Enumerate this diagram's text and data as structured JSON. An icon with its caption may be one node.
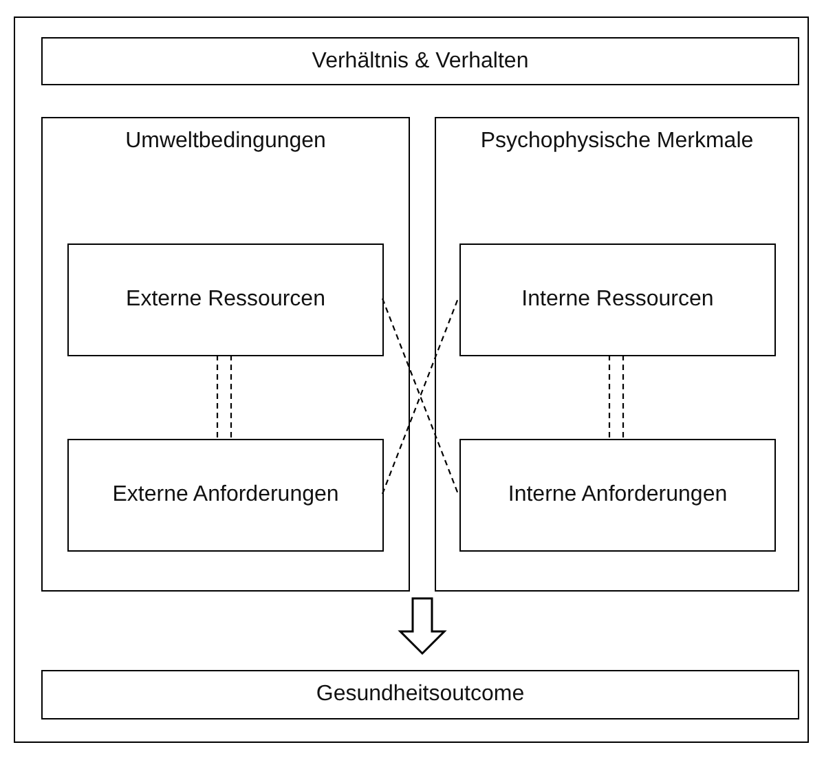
{
  "diagram": {
    "nodes": [
      {
        "text": [
          "Verhältnis & Verhalten"
        ]
      },
      {
        "text": [
          "Umweltbedingungen"
        ]
      },
      {
        "text": [
          "Externe Ressourcen"
        ],
        "in": 1
      },
      {
        "text": [
          "Externe Anforderungen"
        ],
        "in": 1
      },
      {
        "text": [
          "Psychophysische Merkmale"
        ]
      },
      {
        "text": [
          "Interne Ressourcen"
        ],
        "in": 4
      },
      {
        "text": [
          "Interne Anforderungen"
        ],
        "in": 4
      },
      {
        "text": [
          "Gesundheitsoutcome"
        ]
      }
    ],
    "edges": [
      {
        "from": 2,
        "to": 3,
        "arrow": "none",
        "style": "dashed"
      },
      {
        "from": 2,
        "to": 3,
        "arrow": "none",
        "style": "dashed"
      },
      {
        "from": 5,
        "to": 6,
        "arrow": "none",
        "style": "dashed"
      },
      {
        "from": 5,
        "to": 6,
        "arrow": "none",
        "style": "dashed"
      },
      {
        "from": 2,
        "to": 6,
        "arrow": "none",
        "style": "dashed"
      },
      {
        "from": 3,
        "to": 5,
        "arrow": "none",
        "style": "dashed"
      },
      {
        "from": null,
        "to": 7,
        "arrow": "to",
        "style": "thick"
      }
    ]
  }
}
